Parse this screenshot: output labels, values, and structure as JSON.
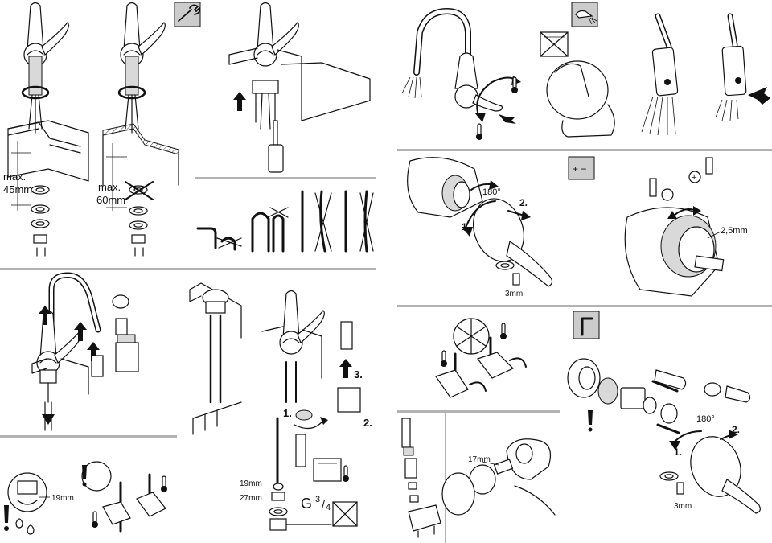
{
  "labels": {
    "max45_a": "max.",
    "max45_b": "45mm",
    "max60_a": "max.",
    "max60_b": "60mm",
    "step3": "3.",
    "step1_hose": "1.",
    "step2_hose": "2.",
    "wrench19": "19mm",
    "wrench27": "27mm",
    "thread_g": "G",
    "thread_num": "3",
    "thread_den": "4",
    "angle180_a": "180°",
    "step1_a": "1.",
    "step2_a": "2.",
    "hex3_a": "3mm",
    "hex25": "2,5mm",
    "wrench17": "17mm",
    "angle180_b": "180°",
    "step1_b": "1.",
    "step2_b": "2.",
    "hex3_b": "3mm",
    "wrench19_left": "19mm",
    "plus": "+",
    "minus": "−",
    "plus_minus": "+ −"
  },
  "icons": [
    "wrench-icon",
    "spray-icon",
    "thermometer-icon",
    "hex-key-icon",
    "warning-icon",
    "no-dishwasher-icon",
    "no-cleaner-icon"
  ],
  "colors": {
    "separator": "#b3b3b3",
    "icon_box": "#cccccc"
  }
}
